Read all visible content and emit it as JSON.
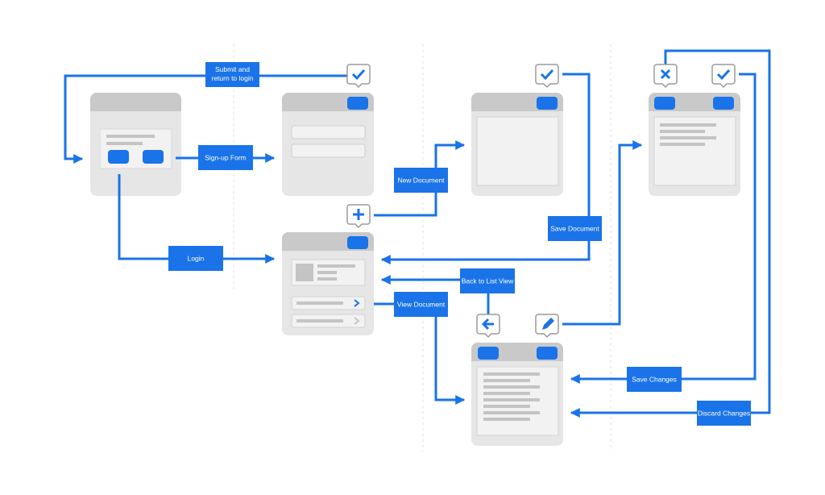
{
  "colors": {
    "accent": "#1a73e8",
    "screen_frame": "#e6e6e6",
    "screen_header": "#c9c9c9",
    "content_panel": "#f2f2f2",
    "placeholder_line": "#c4c4c4"
  },
  "labels": {
    "submit_return": [
      "Submit and",
      "return to login"
    ],
    "signup_form": "Sign-up Form",
    "login": "Login",
    "new_document": "New Document",
    "save_document": "Save Document",
    "back_to_list": "Back to List View",
    "view_document": "View Document",
    "save_changes": "Save Changes",
    "discard_changes": "Discard Changes"
  },
  "icons": [
    "check-icon",
    "plus-icon",
    "close-icon",
    "back-arrow-icon",
    "edit-pencil-icon"
  ]
}
